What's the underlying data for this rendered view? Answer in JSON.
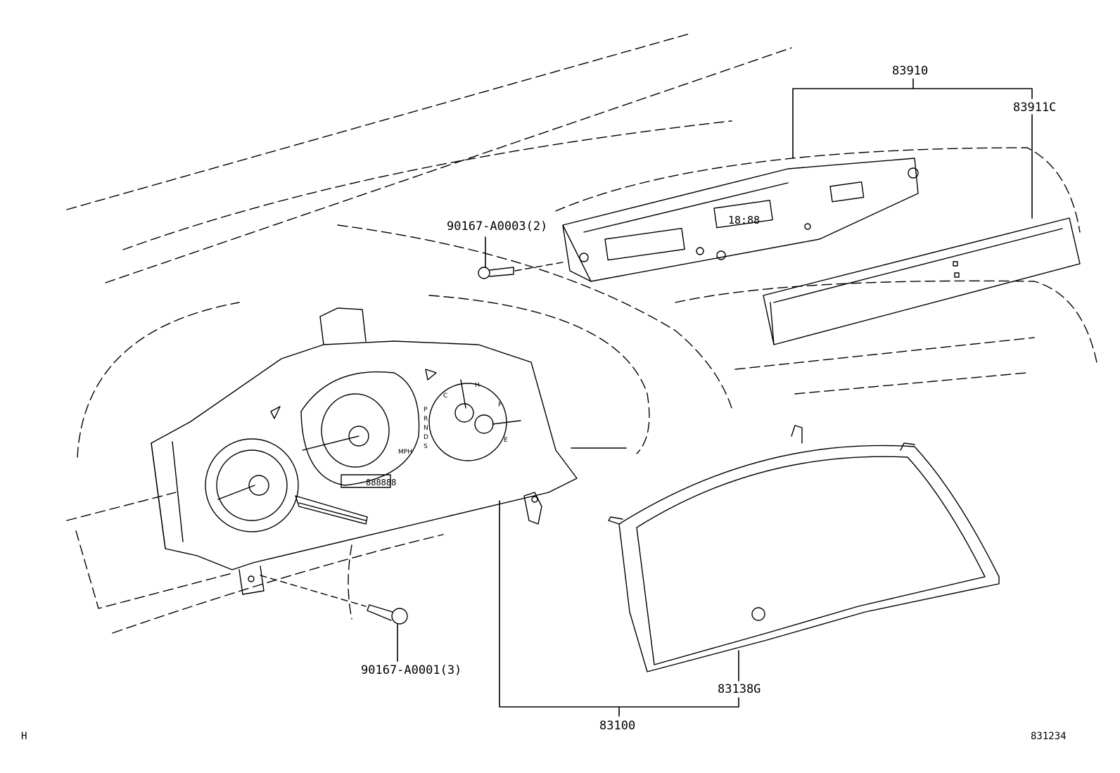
{
  "labels": {
    "p83910": "83910",
    "p83911c": "83911C",
    "p90167_a0003": "90167-A0003(2)",
    "p90167_a0001": "90167-A0001(3)",
    "p83138g": "83138G",
    "p83100": "83100",
    "corner_h": "H",
    "figure_id": "831234"
  },
  "gauge_text": {
    "prnds": [
      "P",
      "R",
      "N",
      "D",
      "S"
    ],
    "temp_c": "C",
    "temp_h": "H",
    "fuel_f": "F",
    "fuel_e": "E",
    "odometer": "888888",
    "mph": "MPH",
    "clock": "18:88"
  },
  "colors": {
    "line": "#000000",
    "background": "#ffffff"
  }
}
